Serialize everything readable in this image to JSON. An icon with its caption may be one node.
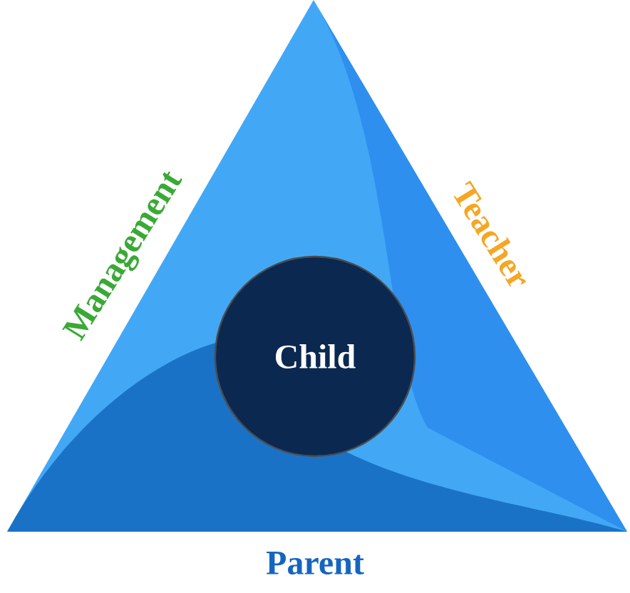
{
  "diagram": {
    "nodes": [
      {
        "text": [
          "Child"
        ]
      }
    ],
    "labels": [
      "Management",
      "Teacher",
      "Parent"
    ]
  }
}
